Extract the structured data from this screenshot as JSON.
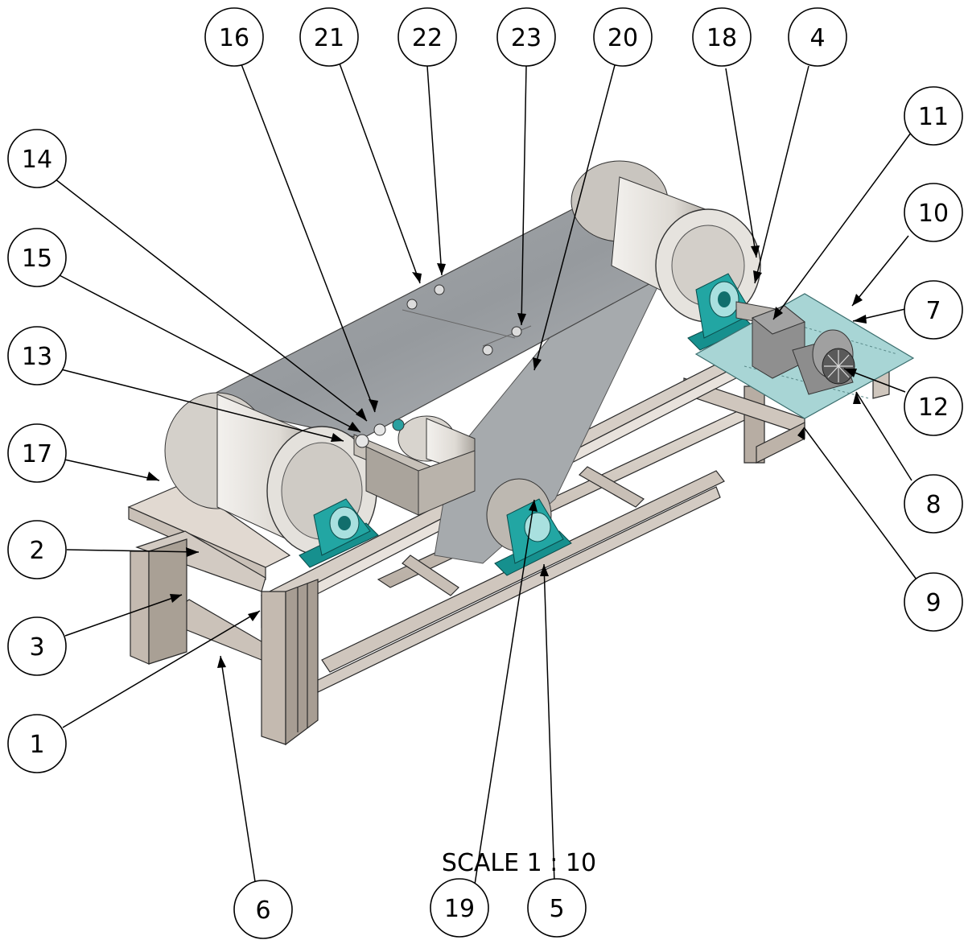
{
  "scale_label": "SCALE 1 : 10",
  "balloons": [
    {
      "id": "b16",
      "label": "16"
    },
    {
      "id": "b21",
      "label": "21"
    },
    {
      "id": "b22",
      "label": "22"
    },
    {
      "id": "b23",
      "label": "23"
    },
    {
      "id": "b20",
      "label": "20"
    },
    {
      "id": "b18",
      "label": "18"
    },
    {
      "id": "b4",
      "label": "4"
    },
    {
      "id": "b11",
      "label": "11"
    },
    {
      "id": "b14",
      "label": "14"
    },
    {
      "id": "b10",
      "label": "10"
    },
    {
      "id": "b15",
      "label": "15"
    },
    {
      "id": "b7",
      "label": "7"
    },
    {
      "id": "b13",
      "label": "13"
    },
    {
      "id": "b12",
      "label": "12"
    },
    {
      "id": "b17",
      "label": "17"
    },
    {
      "id": "b8",
      "label": "8"
    },
    {
      "id": "b2",
      "label": "2"
    },
    {
      "id": "b9",
      "label": "9"
    },
    {
      "id": "b3",
      "label": "3"
    },
    {
      "id": "b1",
      "label": "1"
    },
    {
      "id": "b6",
      "label": "6"
    },
    {
      "id": "b19",
      "label": "19"
    },
    {
      "id": "b5",
      "label": "5"
    }
  ],
  "colors": {
    "frame": "#cfc6bd",
    "frame_dark": "#a79d93",
    "belt": "#9ea3a7",
    "roller": "#e4e1dc",
    "roller_dark": "#8e8a84",
    "bearing": "#1f8f8f",
    "plate": "#a9d6d6",
    "motor": "#8a8a8a"
  }
}
